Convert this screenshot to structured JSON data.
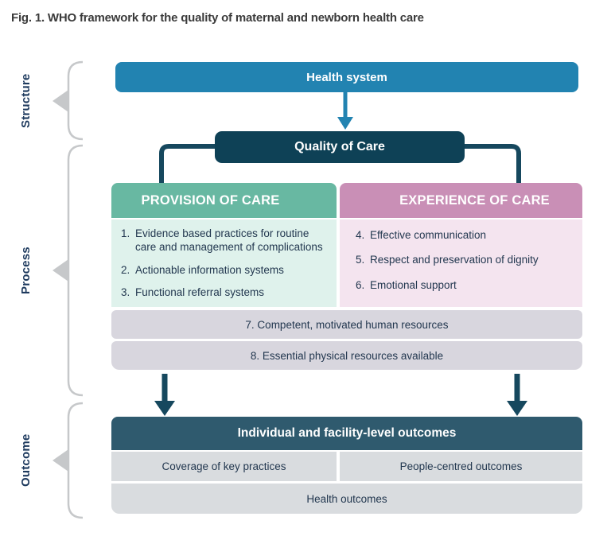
{
  "figure": {
    "title": "Fig. 1. WHO framework for the quality of maternal and newborn health care"
  },
  "stage_labels": [
    {
      "label": "Structure"
    },
    {
      "label": "Process"
    },
    {
      "label": "Outcome"
    }
  ],
  "health_system": {
    "label": "Health system"
  },
  "quality_of_care": {
    "label": "Quality of Care"
  },
  "provision_of_care": {
    "header": "PROVISION OF CARE",
    "items": [
      {
        "num": "1.",
        "text": "Evidence based practices for routine care and management of complications"
      },
      {
        "num": "2.",
        "text": "Actionable information systems"
      },
      {
        "num": "3.",
        "text": "Functional referral systems"
      }
    ]
  },
  "experience_of_care": {
    "header": "EXPERIENCE OF CARE",
    "items": [
      {
        "num": "4.",
        "text": "Effective communication"
      },
      {
        "num": "5.",
        "text": "Respect and preservation of dignity"
      },
      {
        "num": "6.",
        "text": "Emotional support"
      }
    ]
  },
  "cross_cutting": [
    {
      "text": "7. Competent, motivated human resources"
    },
    {
      "text": "8. Essential physical resources available"
    }
  ],
  "outcomes": {
    "header": "Individual and facility-level outcomes",
    "cells": [
      {
        "text": "Coverage of key practices"
      },
      {
        "text": "People-centred outcomes"
      }
    ],
    "footer": "Health outcomes"
  },
  "icons": {
    "down_arrow_blue": "down-arrow",
    "down_arrow_dark_left": "down-arrow",
    "down_arrow_dark_right": "down-arrow",
    "left_right_arrow": "left-right-arrow",
    "stage_brackets": "brace-bracket"
  },
  "colors": {
    "title_color": "#3B3B3B",
    "health_blue": "#2283B1",
    "dark_navy_box": "#0E4156",
    "connector": "#16485E",
    "provision_green": "#68B8A2",
    "experience_pink": "#C98FB6",
    "provision_bg": "#DFF2EC",
    "experience_bg": "#F4E4EF",
    "resource_bar_bg": "#D8D6DE",
    "outcomes_header": "#2F5A6E",
    "outcomes_row_bg": "#D9DCDF",
    "bracket_gray": "#C6C8CA",
    "label_navy": "#1E3A5E",
    "text_navy": "#22374F",
    "white": "#FFFFFF"
  }
}
